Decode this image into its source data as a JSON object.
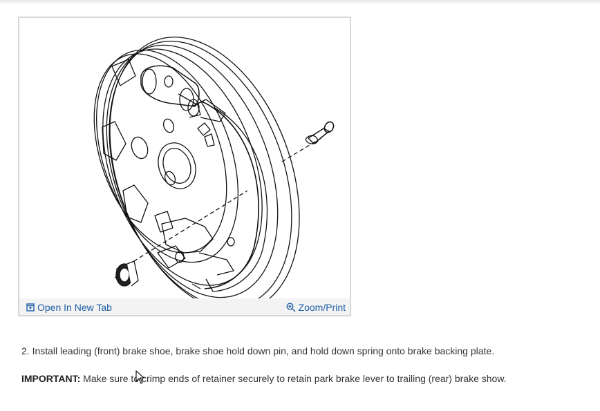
{
  "figure": {
    "open_tab_label": "Open In New Tab",
    "zoom_label": "Zoom/Print",
    "icons": [
      "open-new-tab-icon",
      "zoom-icon"
    ]
  },
  "instructions": {
    "step_text": "2. Install leading (front) brake shoe, brake shoe hold down pin, and hold down spring onto brake backing plate.",
    "important_label": "IMPORTANT:",
    "important_text": " Make sure to crimp ends of retainer securely to retain park brake lever to trailing (rear) brake show."
  },
  "colors": {
    "link": "#1f5fa8",
    "text": "#333333",
    "toolbar_bg": "#f3f3f3",
    "border": "#d6d6d6"
  }
}
